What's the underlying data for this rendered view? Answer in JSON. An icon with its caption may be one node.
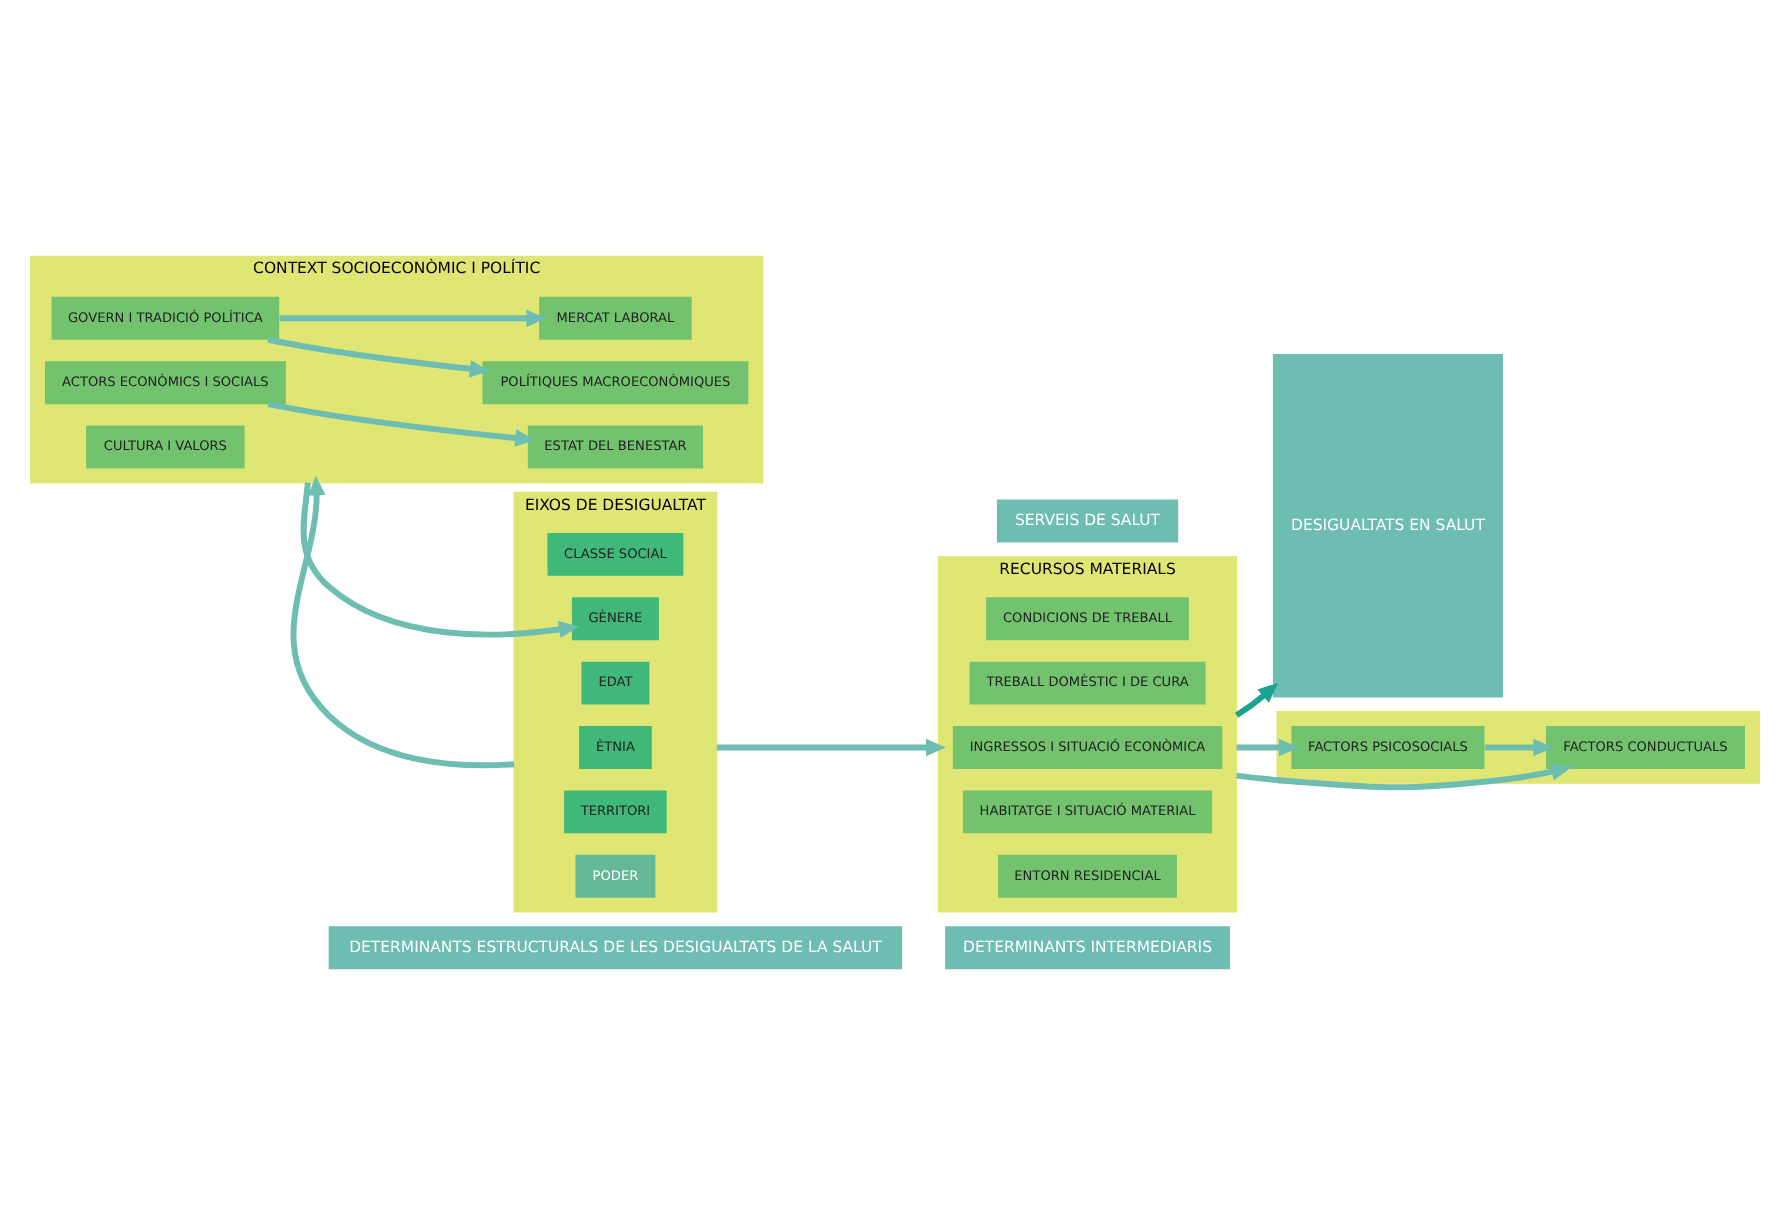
{
  "diagram": {
    "nodes": [
      {
        "text": [
          "DETERMINANTS ESTRUCTURALS DE LES DESIGUALTATS DE LA SALUT"
        ]
      },
      {
        "text": [
          "DETERMINANTS INTERMEDIARIS"
        ]
      },
      {
        "text": [
          "DESIGUALTATS EN SALUT"
        ]
      },
      {
        "text": [
          "CONTEXT SOCIOECONÒMIC I POLÍTIC"
        ]
      },
      {
        "text": [
          "GOVERN I TRADICIÓ POLÍTICA"
        ],
        "in": 3
      },
      {
        "text": [
          "POLÍTIQUES MACROECONÒMIQUES"
        ],
        "in": 3
      },
      {
        "text": [
          "MERCAT LABORAL"
        ],
        "in": 3
      },
      {
        "text": [
          "ACTORS ECONÒMICS I SOCIALS"
        ],
        "in": 3
      },
      {
        "text": [
          "ESTAT DEL BENESTAR"
        ],
        "in": 3
      },
      {
        "text": [
          "CULTURA I VALORS"
        ],
        "in": 3
      },
      {
        "text": [
          "EIXOS DE DESIGUALTAT"
        ]
      },
      {
        "text": [
          "CLASSE SOCIAL"
        ],
        "in": 10
      },
      {
        "text": [
          "GÈNERE"
        ],
        "in": 10
      },
      {
        "text": [
          "EDAT"
        ],
        "in": 10
      },
      {
        "text": [
          "ÈTNIA"
        ],
        "in": 10
      },
      {
        "text": [
          "TERRITORI"
        ],
        "in": 10
      },
      {
        "text": [
          "PODER"
        ],
        "in": 10
      },
      {
        "text": [
          "RECURSOS MATERIALS"
        ]
      },
      {
        "text": [
          "CONDICIONS DE TREBALL"
        ],
        "in": 17
      },
      {
        "text": [
          "TREBALL DOMÈSTIC I DE CURA"
        ],
        "in": 17
      },
      {
        "text": [
          "INGRESSOS I SITUACIÓ ECONÒMICA"
        ],
        "in": 17
      },
      {
        "text": [
          "HABITATGE I SITUACIÓ MATERIAL"
        ],
        "in": 17
      },
      {
        "text": [
          "ENTORN RESIDENCIAL"
        ],
        "in": 17
      },
      {
        "text": [],
        "shape": "box"
      },
      {
        "text": [
          "FACTORS PSICOSOCIALS"
        ],
        "in": 23
      },
      {
        "text": [
          "FACTORS CONDUCTUALS"
        ],
        "in": 23
      },
      {
        "text": [
          "SERVEIS DE SALUT"
        ]
      }
    ],
    "edges": [
      {
        "from": 4,
        "to": 5,
        "arrow": "to"
      },
      {
        "from": 4,
        "to": 6,
        "arrow": "to"
      },
      {
        "from": 7,
        "to": 8,
        "arrow": "to"
      },
      {
        "from": 3,
        "to": 12,
        "arrow": "to"
      },
      {
        "from": 10,
        "to": 3,
        "arrow": "to"
      },
      {
        "from": 10,
        "to": 17,
        "arrow": "to"
      },
      {
        "from": 17,
        "to": 2,
        "arrow": "to",
        "color": "#1aa393"
      },
      {
        "from": 17,
        "to": 24,
        "arrow": "to"
      },
      {
        "from": 17,
        "to": 25,
        "arrow": "to"
      },
      {
        "from": 24,
        "to": 25,
        "arrow": "to"
      }
    ]
  }
}
